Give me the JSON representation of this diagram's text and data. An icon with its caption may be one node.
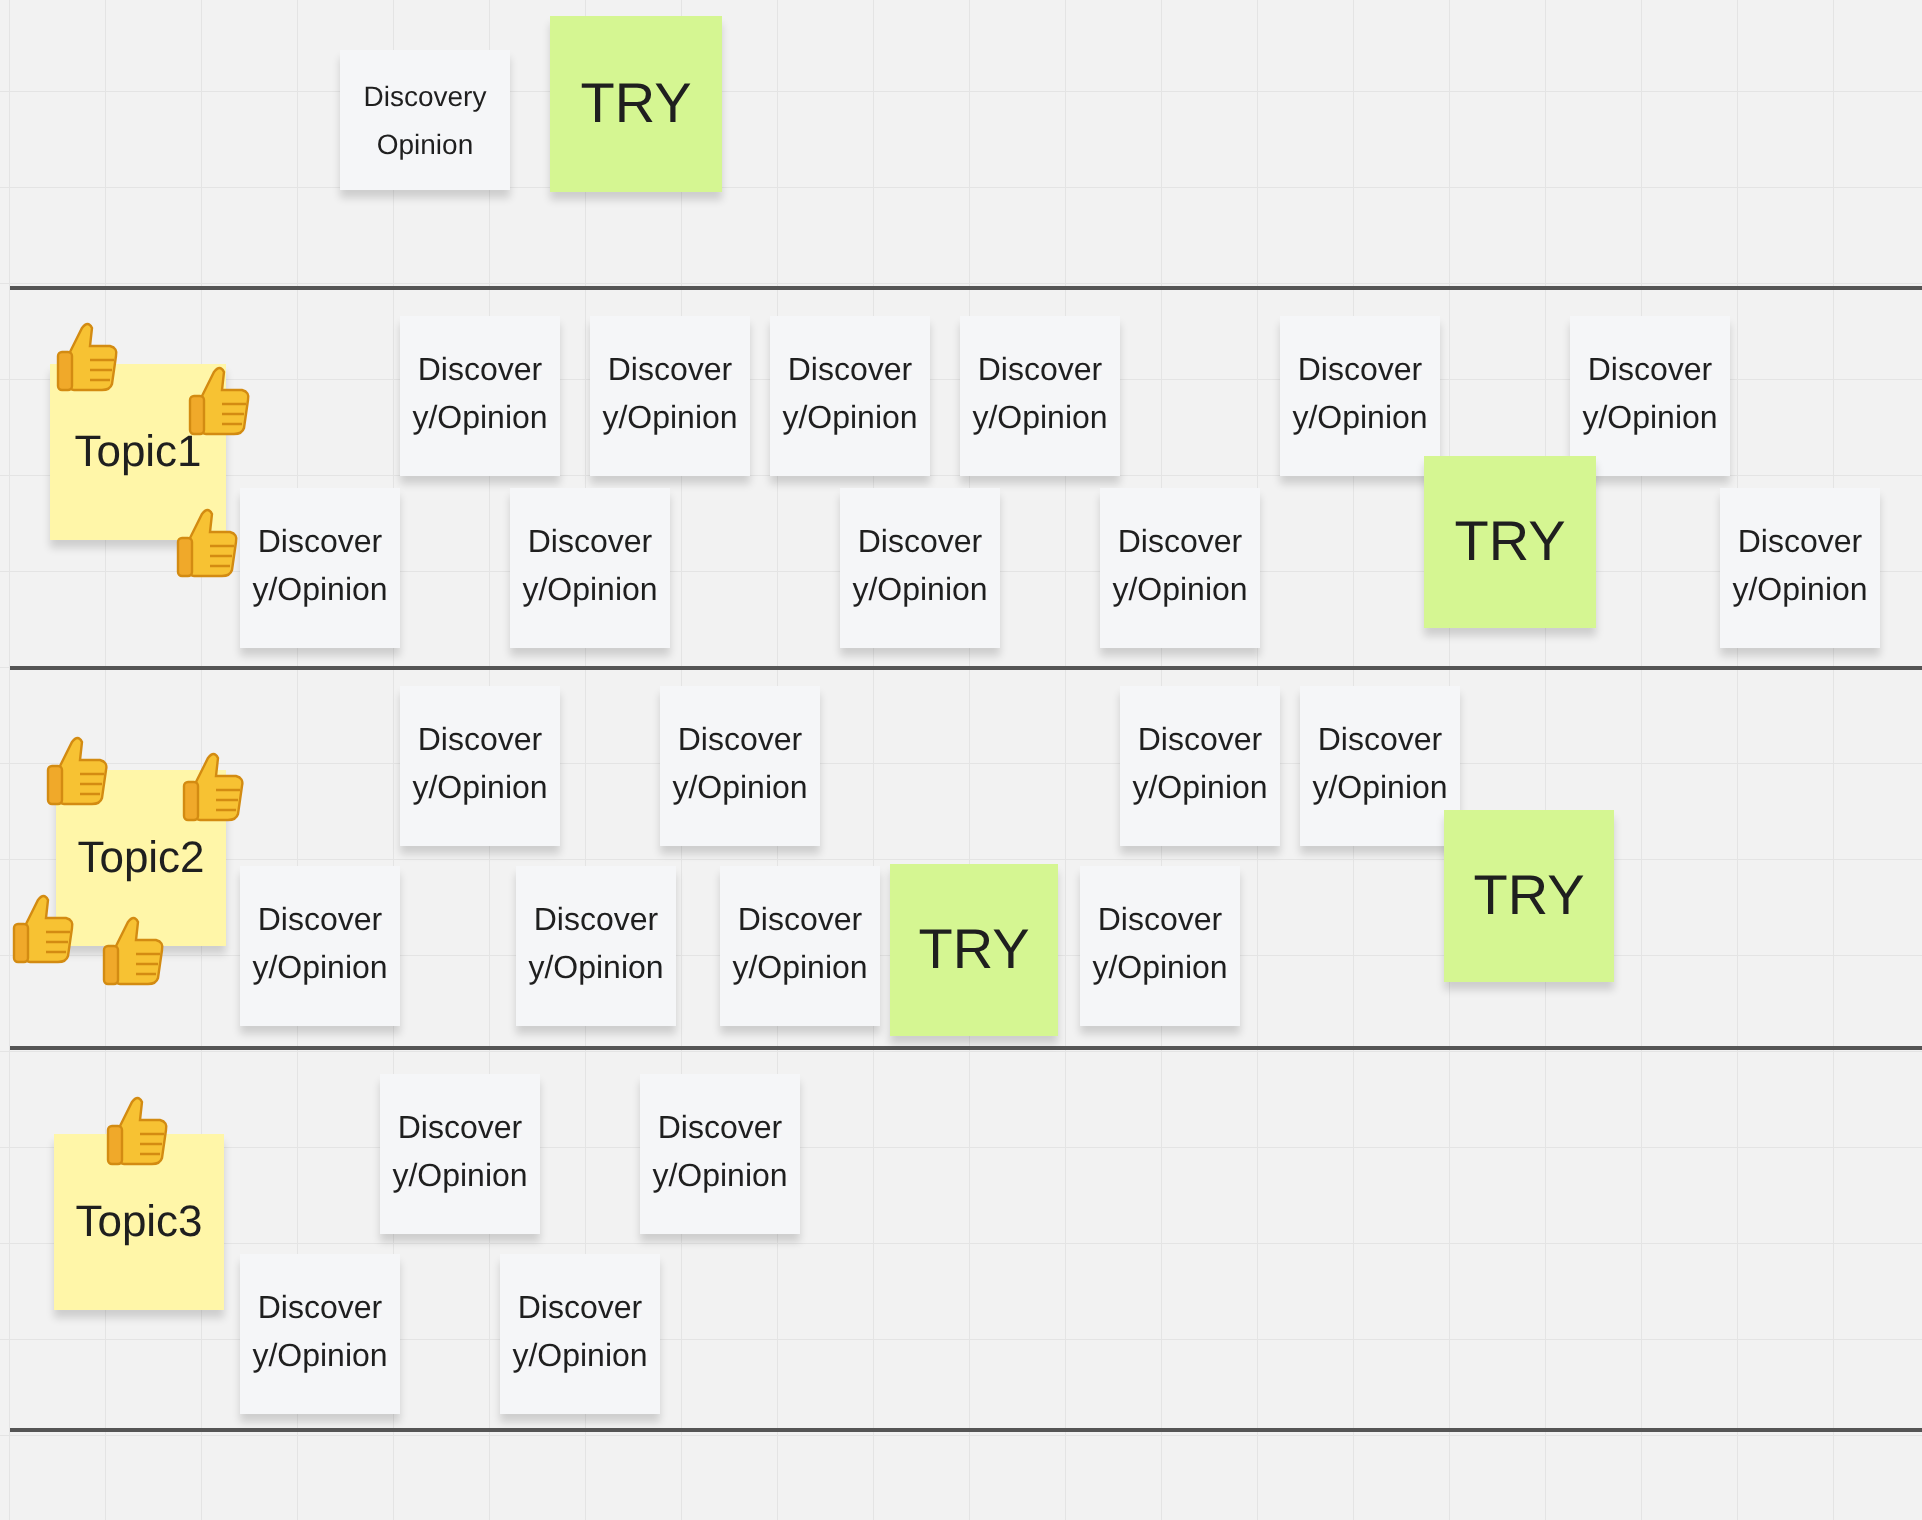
{
  "diagram": {
    "nodes": [
      {
        "text": [
          "Discovery Opinion"
        ]
      },
      {
        "text": [
          "TRY"
        ]
      },
      {
        "text": [
          "Topic1"
        ]
      },
      {
        "text": [
          "Discovery/Opinion"
        ]
      },
      {
        "text": [
          "Discovery/Opinion"
        ]
      },
      {
        "text": [
          "Discovery/Opinion"
        ]
      },
      {
        "text": [
          "Discovery/Opinion"
        ]
      },
      {
        "text": [
          "Discovery/Opinion"
        ]
      },
      {
        "text": [
          "Discovery/Opinion"
        ]
      },
      {
        "text": [
          "Discovery/Opinion"
        ]
      },
      {
        "text": [
          "Discovery/Opinion"
        ]
      },
      {
        "text": [
          "Discovery/Opinion"
        ]
      },
      {
        "text": [
          "Discovery/Opinion"
        ]
      },
      {
        "text": [
          "TRY"
        ]
      },
      {
        "text": [
          "Discovery/Opinion"
        ]
      },
      {
        "text": [
          "Topic2"
        ]
      },
      {
        "text": [
          "Discovery/Opinion"
        ]
      },
      {
        "text": [
          "Discovery/Opinion"
        ]
      },
      {
        "text": [
          "Discovery/Opinion"
        ]
      },
      {
        "text": [
          "Discovery/Opinion"
        ]
      },
      {
        "text": [
          "Discovery/Opinion"
        ]
      },
      {
        "text": [
          "Discovery/Opinion"
        ]
      },
      {
        "text": [
          "Discovery/Opinion"
        ]
      },
      {
        "text": [
          "TRY"
        ]
      },
      {
        "text": [
          "Discovery/Opinion"
        ]
      },
      {
        "text": [
          "TRY"
        ]
      },
      {
        "text": [
          "Topic3"
        ]
      },
      {
        "text": [
          "Discovery/Opinion"
        ]
      },
      {
        "text": [
          "Discovery/Opinion"
        ]
      },
      {
        "text": [
          "Discovery/Opinion"
        ]
      },
      {
        "text": [
          "Discovery/Opinion"
        ]
      }
    ]
  }
}
